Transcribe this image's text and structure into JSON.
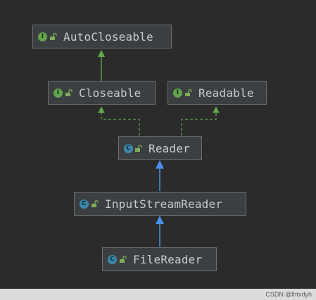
{
  "diagram": {
    "nodes": {
      "autocloseable": {
        "name": "AutoCloseable",
        "kind": "interface",
        "badge": "I"
      },
      "closeable": {
        "name": "Closeable",
        "kind": "interface",
        "badge": "I"
      },
      "readable": {
        "name": "Readable",
        "kind": "interface",
        "badge": "I"
      },
      "reader": {
        "name": "Reader",
        "kind": "abstract-class",
        "badge": "C"
      },
      "inputstreamreader": {
        "name": "InputStreamReader",
        "kind": "class",
        "badge": "C"
      },
      "filereader": {
        "name": "FileReader",
        "kind": "class",
        "badge": "C"
      }
    },
    "edges": [
      {
        "from": "closeable",
        "to": "autocloseable",
        "type": "extends",
        "style": "solid",
        "color": "#62a54a"
      },
      {
        "from": "reader",
        "to": "closeable",
        "type": "implements",
        "style": "dashed",
        "color": "#62a54a"
      },
      {
        "from": "reader",
        "to": "readable",
        "type": "implements",
        "style": "dashed",
        "color": "#62a54a"
      },
      {
        "from": "inputstreamreader",
        "to": "reader",
        "type": "extends",
        "style": "solid",
        "color": "#4a8ff0"
      },
      {
        "from": "filereader",
        "to": "inputstreamreader",
        "type": "extends",
        "style": "solid",
        "color": "#4a8ff0"
      }
    ]
  },
  "colors": {
    "interface_badge": "#62a54a",
    "class_badge": "#3e86a8",
    "background": "#2b2b2b",
    "node_fill": "#3c3f41"
  },
  "icons": {
    "interface": "interface-icon",
    "class": "class-icon",
    "access": "unlock-icon"
  },
  "watermark": "CSDN @lhtxdyh"
}
